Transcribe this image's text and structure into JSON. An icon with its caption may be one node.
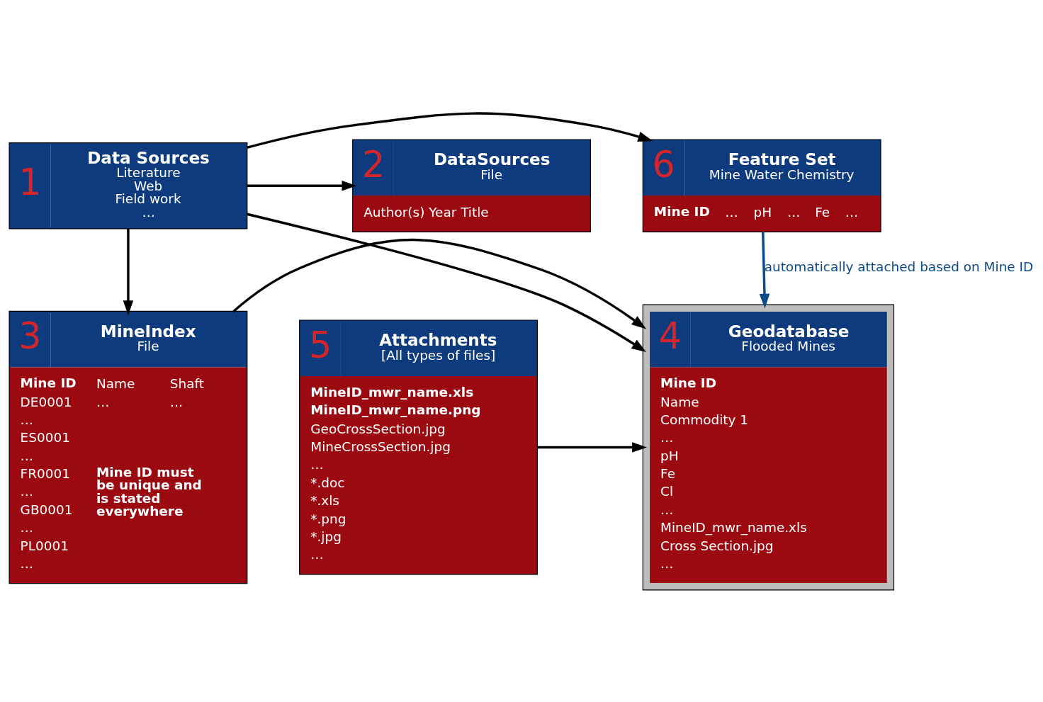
{
  "diagram": {
    "nodes": [
      {
        "text": [
          "6",
          "Feature Set",
          "Mine Water Chemistry",
          "Mine ID",
          "…",
          "pH",
          "…",
          "Fe",
          "…"
        ]
      },
      {
        "text": [
          "1",
          "Data Sources",
          "Literature",
          "Web",
          "Field work",
          "…"
        ]
      },
      {
        "text": [
          "2",
          "DataSources",
          "File",
          "Author(s) Year Title"
        ]
      },
      {
        "text": [
          "5",
          "Attachments",
          "[All types of files]",
          "MineID_mwr_name.xls",
          "MineID_mwr_name.png",
          "GeoCrossSection.jpg",
          "MineCrossSection.jpg",
          "…",
          "*.doc",
          "*.xls",
          "*.png",
          "*.jpg",
          "…"
        ]
      },
      {
        "text": [
          "4",
          "Geodatabase",
          "Flooded Mines",
          "Mine ID",
          "Name",
          "Commodity 1",
          "…",
          "pH",
          "Fe",
          "Cl",
          "…",
          "MineID_mwr_name.xls",
          "Cross Section.jpg",
          "…"
        ]
      },
      {
        "text": [
          "3",
          "MineIndex",
          "File",
          "Mine ID",
          "Name",
          "Shaft",
          "DE0001",
          "…",
          "…",
          "…",
          "ES0001",
          "…",
          "FR0001",
          "…",
          "GB0001",
          "…",
          "PL0001",
          "…",
          "Mine ID must be unique and is stated everywhere"
        ]
      }
    ],
    "edges": [
      {
        "from": 1,
        "to": 0,
        "arrow": "to"
      },
      {
        "from": 1,
        "to": 2,
        "arrow": "to"
      },
      {
        "from": 1,
        "to": 4,
        "arrow": "to"
      },
      {
        "from": 1,
        "to": 5,
        "arrow": "to"
      },
      {
        "from": 0,
        "to": 4,
        "arrow": "to",
        "label": "automatically attached based on Mine ID",
        "color": "#0b4a8a"
      },
      {
        "from": 5,
        "to": 4,
        "arrow": "to"
      },
      {
        "from": 3,
        "to": 4,
        "arrow": "to"
      }
    ]
  }
}
